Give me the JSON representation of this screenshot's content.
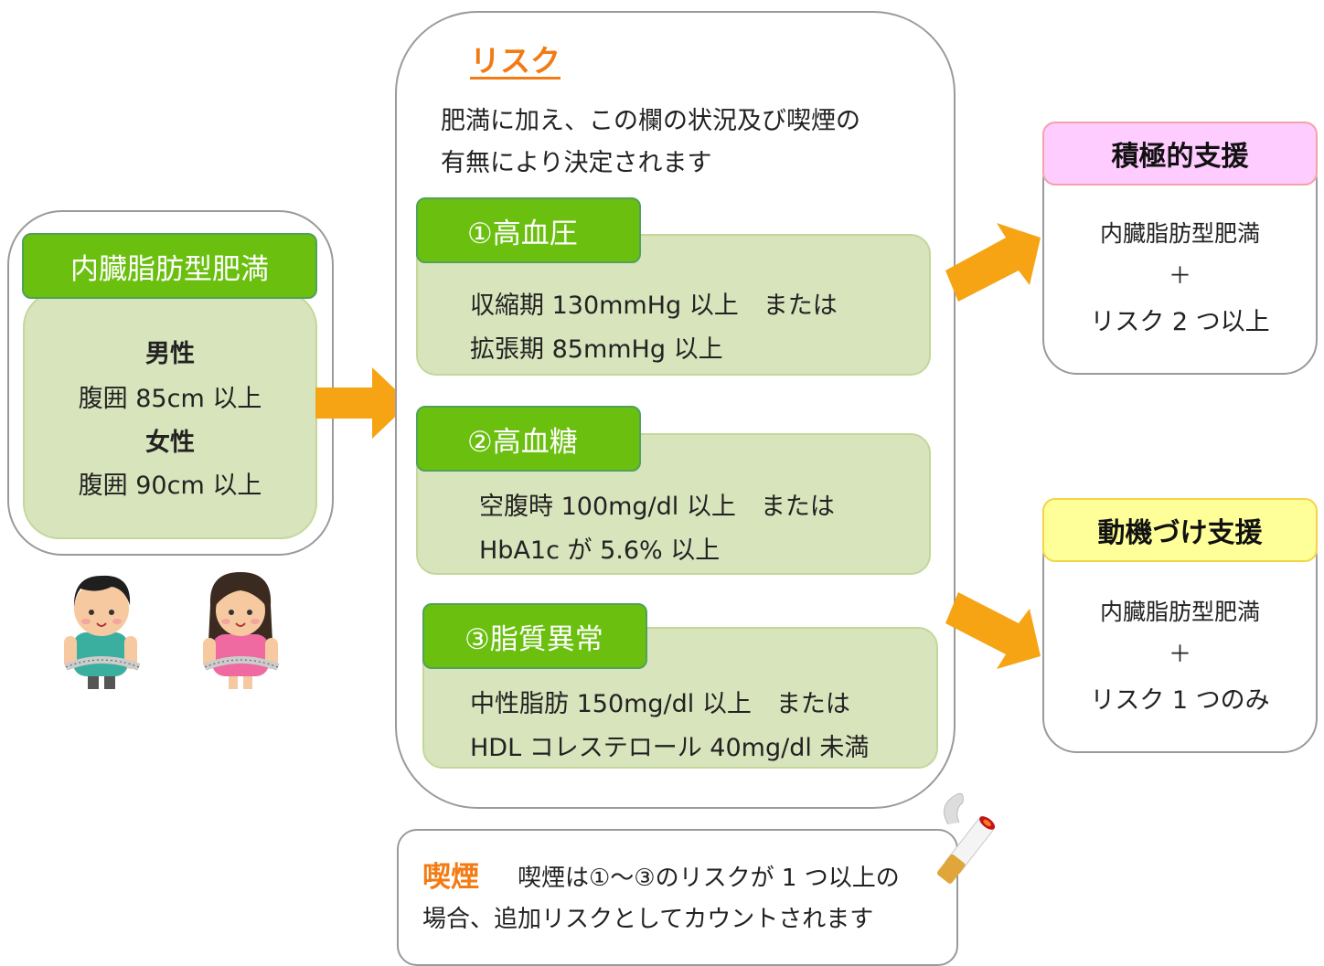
{
  "obesity": {
    "header": "内臓脂肪型肥満",
    "male_label": "男性",
    "male_criteria": "腹囲 85cm 以上",
    "female_label": "女性",
    "female_criteria": "腹囲 90cm 以上"
  },
  "risk": {
    "title": "リスク",
    "intro_line1": "肥満に加え、この欄の状況及び喫煙の",
    "intro_line2": "有無により決定されます",
    "items": [
      {
        "header": "①高血圧",
        "line1": "収縮期  130mmHg 以上　または",
        "line2": "拡張期   85mmHg 以上"
      },
      {
        "header": "②高血糖",
        "line1": "空腹時  100mg/dl  以上　または",
        "line2": "HbA1c が 5.6%  以上"
      },
      {
        "header": "③脂質異常",
        "line1": "中性脂肪  150mg/dl  以上　または",
        "line2": "HDL コレステロール  40mg/dl 未満"
      }
    ]
  },
  "smoking": {
    "label": "喫煙",
    "line1": "喫煙は①〜③のリスクが 1 つ以上の",
    "line2": "場合、追加リスクとしてカウントされます"
  },
  "active_support": {
    "title": "積極的支援",
    "line1": "内臓脂肪型肥満",
    "plus": "＋",
    "line2": "リスク 2 つ以上",
    "header_color": "#ffccff",
    "header_border": "#f2a2a7"
  },
  "motivation_support": {
    "title": "動機づけ支援",
    "line1": "内臓脂肪型肥満",
    "plus": "＋",
    "line2": "リスク 1 つのみ",
    "header_color": "#ffff99",
    "header_border": "#f2d544"
  },
  "colors": {
    "green": "#6abf0f",
    "light_green": "#d8e4bc",
    "arrow": "#f6a414",
    "risk_title": "#f27b13"
  },
  "icons": [
    "man-measuring-waist-icon",
    "woman-measuring-waist-icon",
    "cigarette-icon"
  ]
}
